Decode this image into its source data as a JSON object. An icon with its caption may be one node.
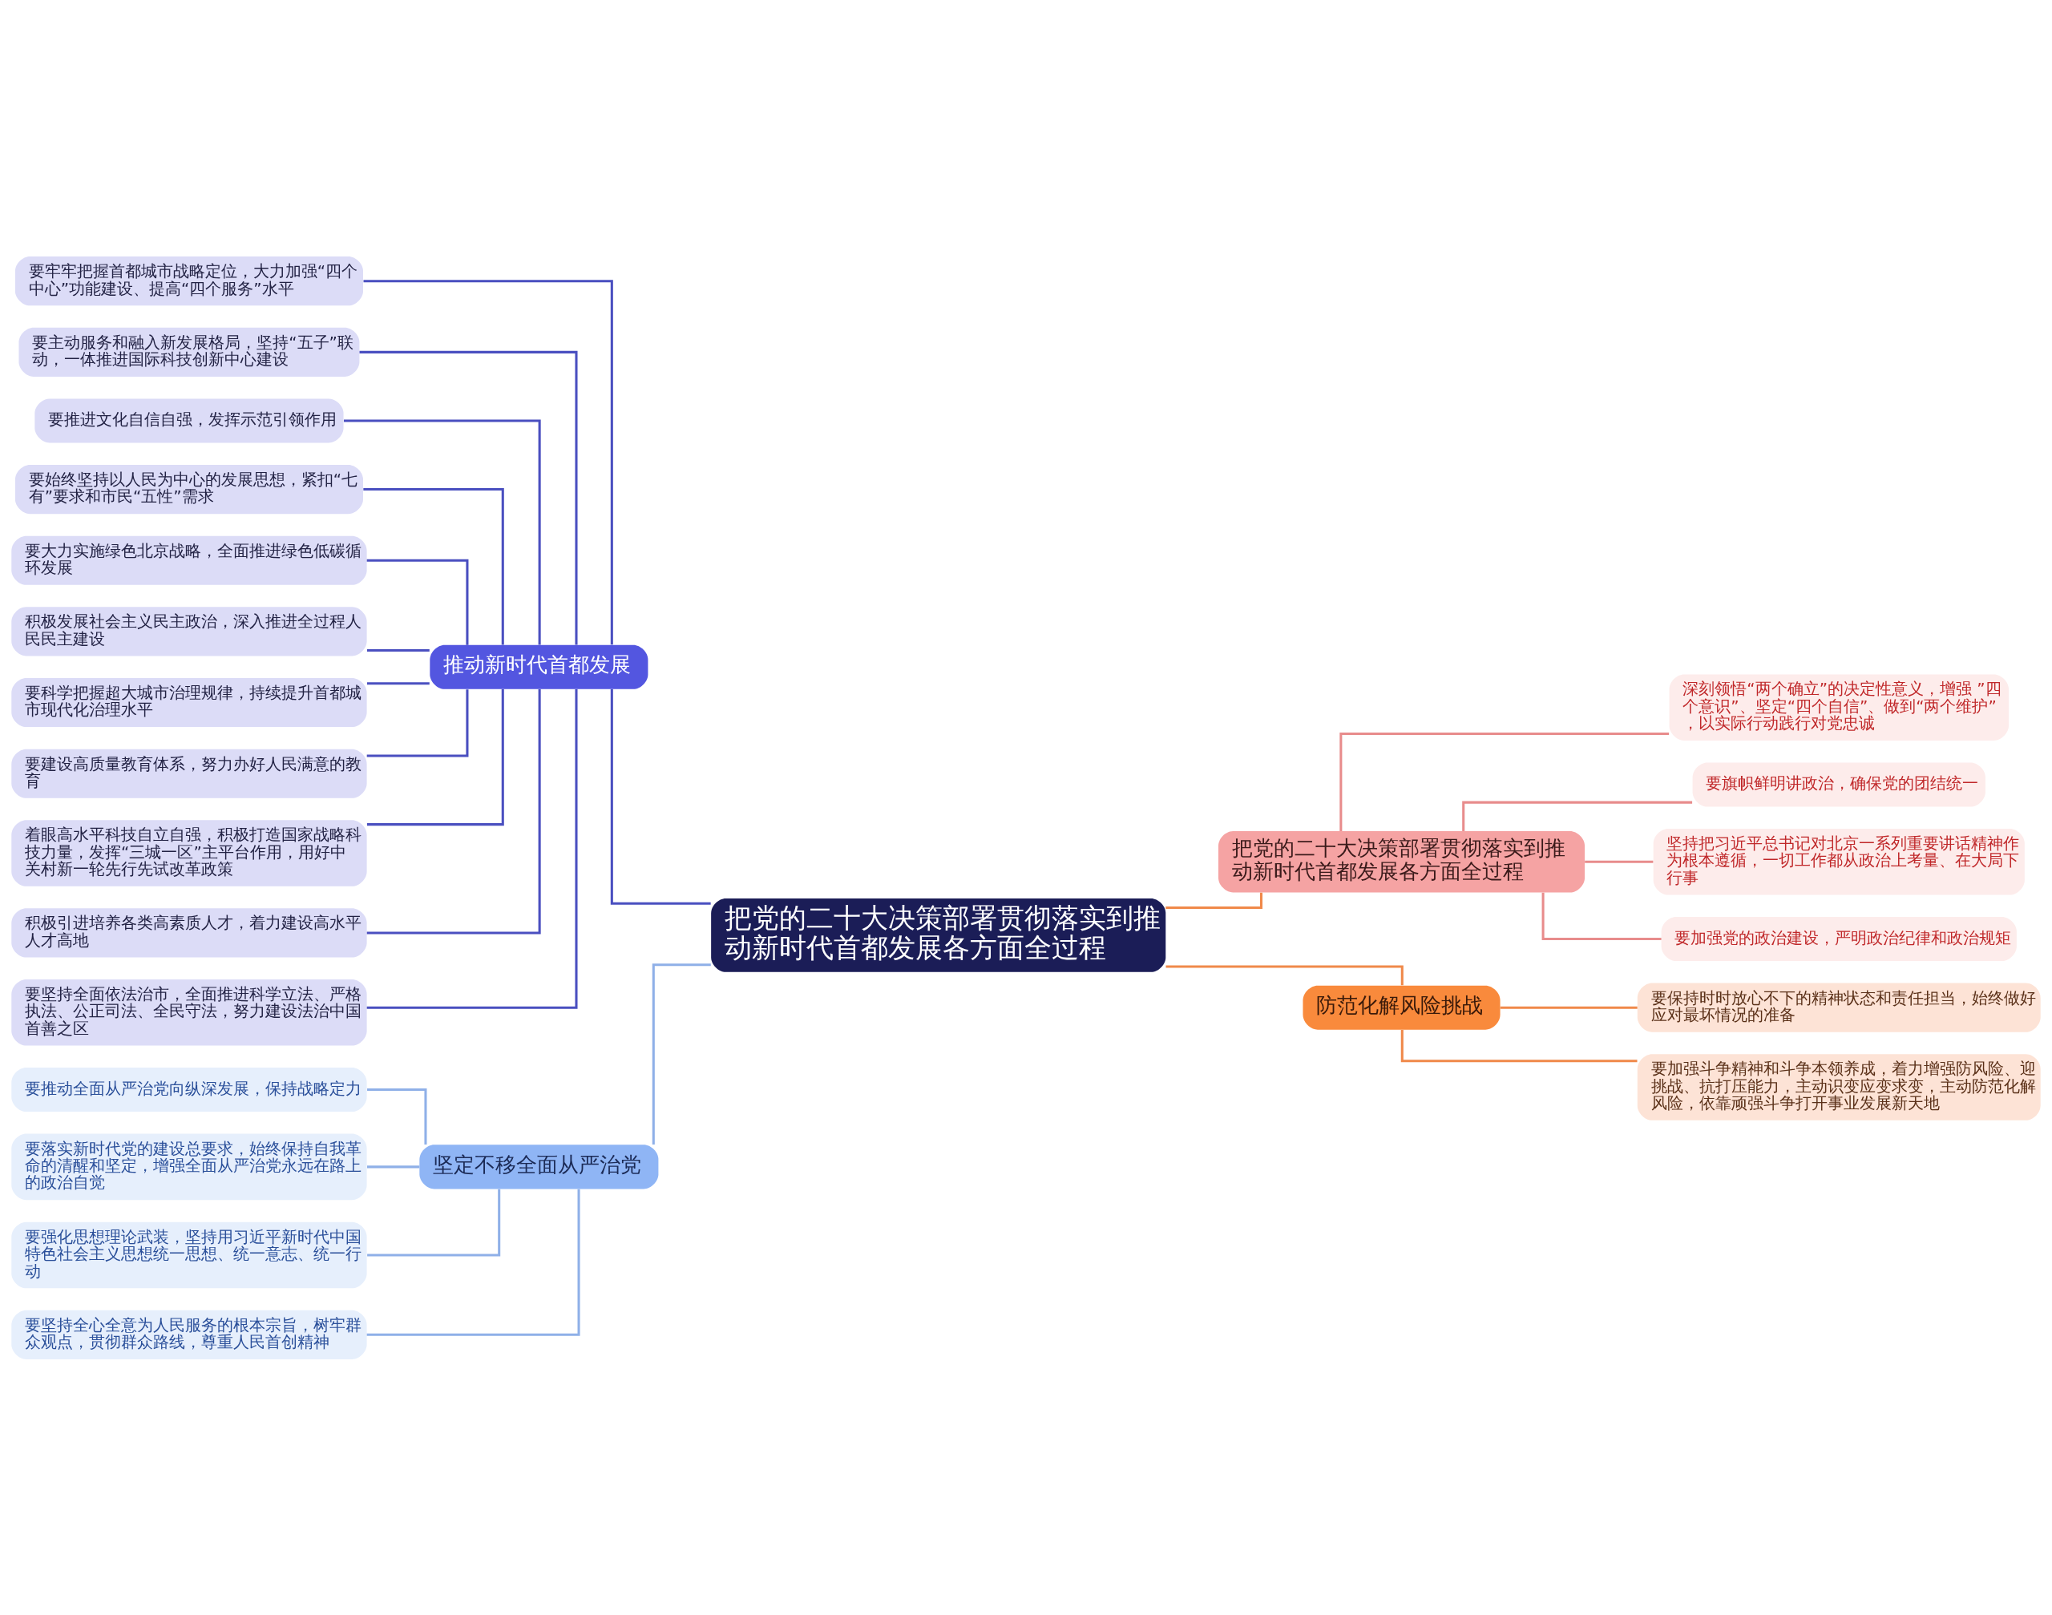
{
  "diagram": {
    "nodes": [
      {
        "text": [
          "把党的二十大决策部署贯彻落实到推动新时代首都发展各方面全过程"
        ]
      },
      {
        "text": [
          "推动新时代首都发展"
        ]
      },
      {
        "text": [
          "要牢牢把握首都城市战略定位，大力加强“四个中心”功能建设、提高“四个服务”水平"
        ]
      },
      {
        "text": [
          "要主动服务和融入新发展格局，坚持“五子”联动，一体推进国际科技创新中心建设"
        ]
      },
      {
        "text": [
          "要推进文化自信自强，发挥示范引领作用"
        ]
      },
      {
        "text": [
          "要始终坚持以人民为中心的发展思想，紧扣“七有”要求和市民“五性”需求"
        ]
      },
      {
        "text": [
          "要大力实施绿色北京战略，全面推进绿色低碳循环发展"
        ]
      },
      {
        "text": [
          "积极发展社会主义民主政治，深入推进全过程人民民主建设"
        ]
      },
      {
        "text": [
          "要科学把握超大城市治理规律，持续提升首都城市现代化治理水平"
        ]
      },
      {
        "text": [
          "要建设高质量教育体系，努力办好人民满意的教育"
        ]
      },
      {
        "text": [
          "着眼高水平科技自立自强，积极打造国家战略科技力量，发挥“三城一区”主平台作用，用好中关村新一轮先行先试改革政策"
        ]
      },
      {
        "text": [
          "积极引进培养各类高素质人才，着力建设高水平人才高地"
        ]
      },
      {
        "text": [
          "要坚持全面依法治市，全面推进科学立法、严格执法、公正司法、全民守法，努力建设法治中国首善之区"
        ]
      },
      {
        "text": [
          "坚定不移全面从严治党"
        ]
      },
      {
        "text": [
          "要推动全面从严治党向纵深发展，保持战略定力"
        ]
      },
      {
        "text": [
          "要落实新时代党的建设总要求，始终保持自我革命的清醒和坚定，增强全面从严治党永远在路上的政治自觉"
        ]
      },
      {
        "text": [
          "要强化思想理论武装，坚持用习近平新时代中国特色社会主义思想统一思想、统一意志、统一行动"
        ]
      },
      {
        "text": [
          "要坚持全心全意为人民服务的根本宗旨，树牢群众观点，贯彻群众路线，尊重人民首创精神"
        ]
      },
      {
        "text": [
          "把党的二十大决策部署贯彻落实到推动新时代首都发展各方面全过程"
        ]
      },
      {
        "text": [
          "深刻领悟“两个确立”的决定性意义，增强 ”四个意识”、坚定“四个自信”、做到“两个维护”，以实际行动践行对党忠诚"
        ]
      },
      {
        "text": [
          "要旗帜鲜明讲政治，确保党的团结统一"
        ]
      },
      {
        "text": [
          "坚持把习近平总书记对北京一系列重要讲话精神作为根本遵循，一切工作都从政治上考量、在大局下行事"
        ]
      },
      {
        "text": [
          "要加强党的政治建设，严明政治纪律和政治规矩"
        ]
      },
      {
        "text": [
          "防范化解风险挑战"
        ]
      },
      {
        "text": [
          "要保持时时放心不下的精神状态和责任担当，始终做好应对最坏情况的准备"
        ]
      },
      {
        "text": [
          "要加强斗争精神和斗争本领养成，着力增强防风险、迎挑战、抗打压能力，主动识变应变求变，主动防范化解风险，依靠顽强斗争打开事业发展新天地"
        ]
      }
    ],
    "edges": [
      {
        "from": 0,
        "to": 1,
        "arrow": "none"
      },
      {
        "from": 1,
        "to": 2,
        "arrow": "none"
      },
      {
        "from": 1,
        "to": 3,
        "arrow": "none"
      },
      {
        "from": 1,
        "to": 4,
        "arrow": "none"
      },
      {
        "from": 1,
        "to": 5,
        "arrow": "none"
      },
      {
        "from": 1,
        "to": 6,
        "arrow": "none"
      },
      {
        "from": 1,
        "to": 7,
        "arrow": "none"
      },
      {
        "from": 1,
        "to": 8,
        "arrow": "none"
      },
      {
        "from": 1,
        "to": 9,
        "arrow": "none"
      },
      {
        "from": 1,
        "to": 10,
        "arrow": "none"
      },
      {
        "from": 1,
        "to": 11,
        "arrow": "none"
      },
      {
        "from": 1,
        "to": 12,
        "arrow": "none"
      },
      {
        "from": 0,
        "to": 13,
        "arrow": "none",
        "color": "#8fb0e8"
      },
      {
        "from": 13,
        "to": 14,
        "arrow": "none",
        "color": "#8fb0e8"
      },
      {
        "from": 13,
        "to": 15,
        "arrow": "none",
        "color": "#8fb0e8"
      },
      {
        "from": 13,
        "to": 16,
        "arrow": "none",
        "color": "#8fb0e8"
      },
      {
        "from": 13,
        "to": 17,
        "arrow": "none",
        "color": "#8fb0e8"
      },
      {
        "from": 0,
        "to": 18,
        "arrow": "none",
        "color": "#f0894a"
      },
      {
        "from": 18,
        "to": 19,
        "arrow": "none",
        "color": "#e88c8c"
      },
      {
        "from": 18,
        "to": 20,
        "arrow": "none",
        "color": "#e88c8c"
      },
      {
        "from": 18,
        "to": 21,
        "arrow": "none",
        "color": "#e88c8c"
      },
      {
        "from": 18,
        "to": 22,
        "arrow": "none",
        "color": "#e88c8c"
      },
      {
        "from": 0,
        "to": 23,
        "arrow": "none",
        "color": "#f0894a"
      },
      {
        "from": 23,
        "to": 24,
        "arrow": "none",
        "color": "#f0894a"
      },
      {
        "from": 23,
        "to": 25,
        "arrow": "none",
        "color": "#f0894a"
      }
    ]
  }
}
